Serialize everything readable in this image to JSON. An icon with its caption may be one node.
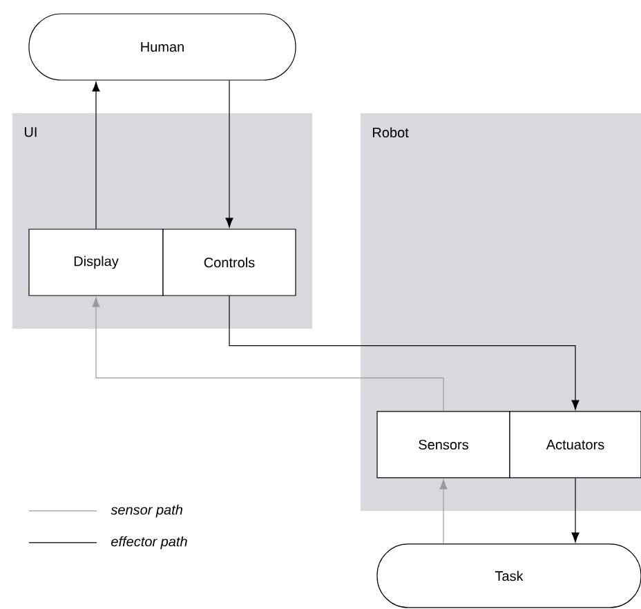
{
  "diagram": {
    "nodes": [
      {
        "text": [
          "Human"
        ]
      },
      {
        "text": [
          "UI"
        ]
      },
      {
        "text": [
          "Display"
        ],
        "in": 1
      },
      {
        "text": [
          "Controls"
        ],
        "in": 1
      },
      {
        "text": [
          "Robot"
        ]
      },
      {
        "text": [
          "Sensors"
        ],
        "in": 4
      },
      {
        "text": [
          "Actuators"
        ],
        "in": 4
      },
      {
        "text": [
          "Task"
        ]
      }
    ],
    "edges": [
      {
        "from": 2,
        "to": 0,
        "arrow": "to"
      },
      {
        "from": 0,
        "to": 3,
        "arrow": "to"
      },
      {
        "from": 3,
        "to": 6,
        "arrow": "to"
      },
      {
        "from": 5,
        "to": 2,
        "arrow": "to",
        "color": "#999999"
      },
      {
        "from": 7,
        "to": 5,
        "arrow": "to",
        "color": "#999999"
      },
      {
        "from": 6,
        "to": 7,
        "arrow": "to"
      }
    ],
    "legend": [
      {
        "text": "sensor path"
      },
      {
        "text": "effector path"
      }
    ]
  }
}
